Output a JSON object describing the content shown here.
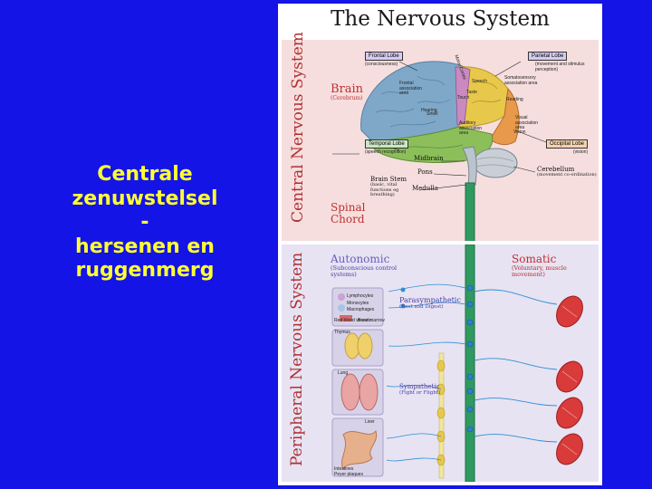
{
  "slide": {
    "lines": [
      "Centrale",
      "zenuwstelsel",
      "-",
      "hersenen en",
      "ruggenmerg"
    ]
  },
  "poster": {
    "title": "The Nervous System",
    "cns": {
      "side_title": "Central Nervous System",
      "brain": {
        "label": "Brain",
        "sub": "(Cerebrum)"
      },
      "frontal": {
        "label": "Frontal Lobe",
        "sub": "(consciousness)"
      },
      "parietal": {
        "label": "Parietal Lobe",
        "sub": "(movement and stimulus perception)"
      },
      "temporal": {
        "label": "Temporal Lobe",
        "sub": "(speech recognition)"
      },
      "occipital": {
        "label": "Occipital Lobe",
        "sub": "(vision)"
      },
      "areas": [
        "Motor Cortex",
        "Speech",
        "Taste",
        "Smell",
        "Touch",
        "Hearing",
        "Somatosensory association area",
        "Reading",
        "Visual association area",
        "Vision",
        "Auditory association area",
        "Frontal association area"
      ],
      "midbrain": "Midbrain",
      "pons": "Pons",
      "medulla": "Medulla",
      "brain_stem": {
        "label": "Brain Stem",
        "sub": "(basic, vital functions eg breathing)"
      },
      "cerebellum": {
        "label": "Cerebellum",
        "sub": "(movement co-ordination)"
      },
      "spinal": "Spinal Chord"
    },
    "pns": {
      "side_title": "Peripheral Nervous System",
      "autonomic": {
        "label": "Autonomic",
        "sub1": "(Subconscious control",
        "sub2": "systems)"
      },
      "somatic": {
        "label": "Somatic",
        "sub1": "(Voluntary, muscle",
        "sub2": "movement)"
      },
      "parasympathetic": {
        "label": "Parasympathetic",
        "sub": "(Rest and Digest)"
      },
      "sympathetic": {
        "label": "Sympathetic",
        "sub": "(Fight or Flight)"
      },
      "organs": [
        "Lymphocytes",
        "Monocytes",
        "Macrophages",
        "Red blood vessels",
        "Bone marrow",
        "Thymus",
        "Lung",
        "Liver",
        "Intestines",
        "Peyer plaques"
      ]
    }
  }
}
